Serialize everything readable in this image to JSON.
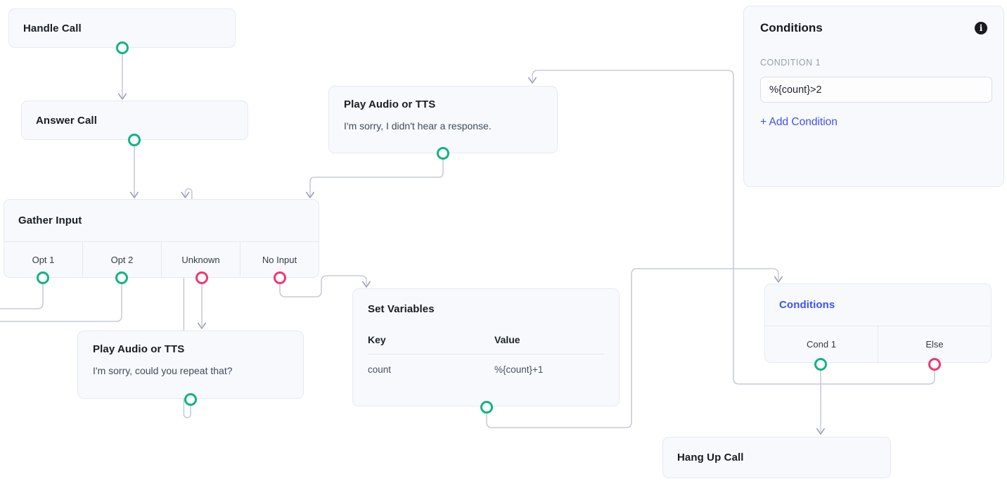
{
  "nodes": {
    "handle_call": {
      "title": "Handle Call"
    },
    "answer_call": {
      "title": "Answer Call"
    },
    "play_audio_top": {
      "title": "Play Audio or TTS",
      "body": "I'm sorry, I didn't hear a response."
    },
    "gather_input": {
      "title": "Gather Input",
      "outputs": [
        "Opt 1",
        "Opt 2",
        "Unknown",
        "No Input"
      ]
    },
    "play_audio_bottom": {
      "title": "Play Audio or TTS",
      "body": "I'm sorry, could you repeat that?"
    },
    "set_variables": {
      "title": "Set Variables",
      "columns": {
        "key": "Key",
        "value": "Value"
      },
      "rows": [
        {
          "key": "count",
          "value": "%{count}+1"
        }
      ]
    },
    "conditions_node": {
      "title": "Conditions",
      "outputs": [
        "Cond 1",
        "Else"
      ]
    },
    "hang_up_call": {
      "title": "Hang Up Call"
    }
  },
  "panel": {
    "title": "Conditions",
    "info_icon": "info-icon",
    "condition_label": "CONDITION 1",
    "condition_value": "%{count}>2",
    "add_condition_label": "+ Add Condition"
  },
  "colors": {
    "node_bg": "#f7f9fc",
    "node_border": "#e5eaf2",
    "connector": "#c6ccd9",
    "arrowhead": "#99a1b2",
    "port_success": "#12b286",
    "port_failure": "#f2366f",
    "accent_blue": "#4150f7",
    "info_icon_bg": "#1b1b1f"
  }
}
